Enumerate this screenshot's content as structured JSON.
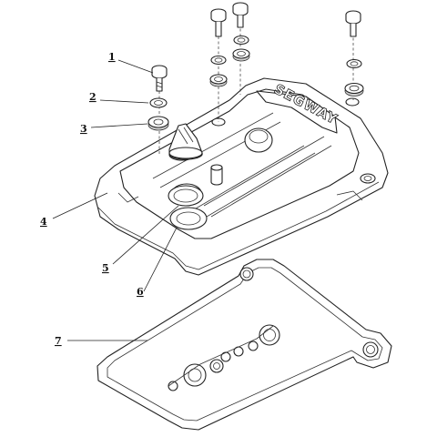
{
  "diagram": {
    "brand_text": "SEGWAY",
    "parts": [
      {
        "number": "1"
      },
      {
        "number": "2"
      },
      {
        "number": "3"
      },
      {
        "number": "4"
      },
      {
        "number": "5"
      },
      {
        "number": "6"
      },
      {
        "number": "7"
      }
    ]
  }
}
